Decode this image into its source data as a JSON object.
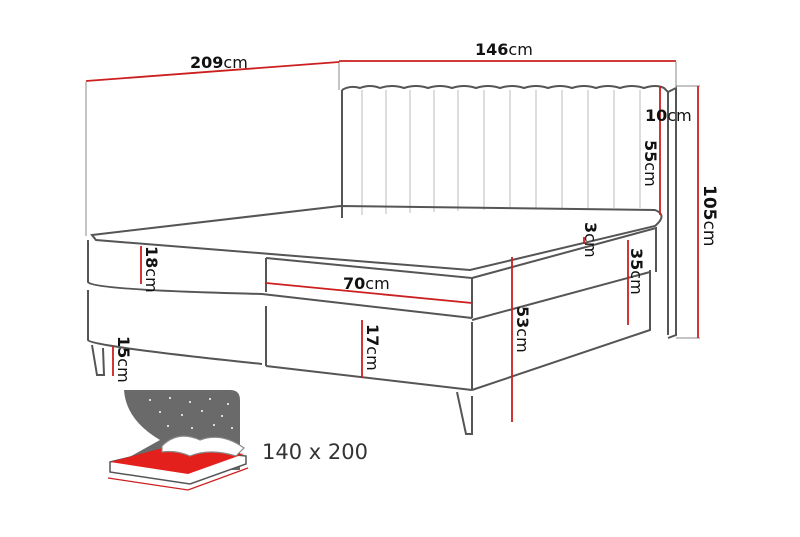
{
  "diagram": {
    "subject": "Boxspring bed with vertically-channeled upholstered headboard and tapered legs",
    "colors": {
      "outline": "#555555",
      "light_line": "#bbbbbb",
      "dimension": "#cc1f1f",
      "icon_gray": "#6a6a6a",
      "icon_red": "#e3201b"
    },
    "dimensions": {
      "length": {
        "value": "209",
        "unit": "cm"
      },
      "width": {
        "value": "146",
        "unit": "cm"
      },
      "headboard_depth": {
        "value": "10",
        "unit": "cm"
      },
      "headboard_visible_height": {
        "value": "55",
        "unit": "cm"
      },
      "total_height": {
        "value": "105",
        "unit": "cm"
      },
      "topper": {
        "value": "3",
        "unit": "cm"
      },
      "mattress_height": {
        "value": "18",
        "unit": "cm"
      },
      "mattress_width": {
        "value": "70",
        "unit": "cm"
      },
      "side_height": {
        "value": "35",
        "unit": "cm"
      },
      "base_height": {
        "value": "17",
        "unit": "cm"
      },
      "sleeping_height": {
        "value": "53",
        "unit": "cm"
      },
      "leg_height": {
        "value": "15",
        "unit": "cm"
      }
    },
    "size_icon": {
      "name": "bed-size-icon",
      "label": "140 x 200"
    }
  }
}
